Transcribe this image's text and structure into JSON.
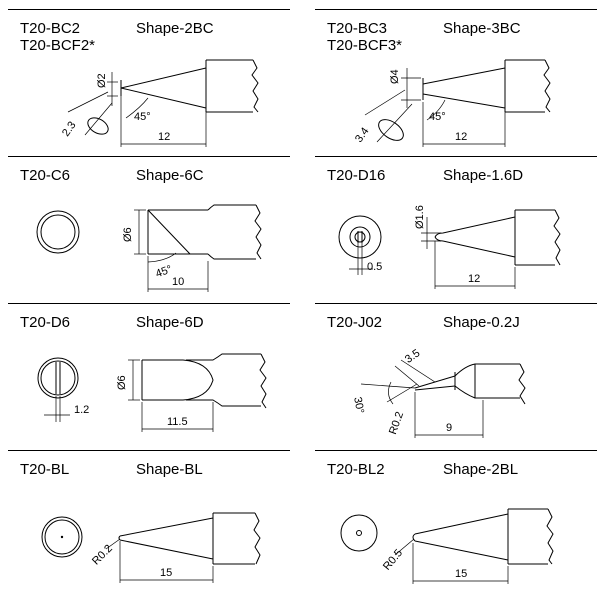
{
  "tips": [
    {
      "model": "T20-BC2",
      "model_alt": "T20-BCF2*",
      "shape": "Shape-2BC",
      "dims": {
        "diameter": "Ø2",
        "face": "2.3",
        "angle": "45°",
        "length": "12"
      }
    },
    {
      "model": "T20-BC3",
      "model_alt": "T20-BCF3*",
      "shape": "Shape-3BC",
      "dims": {
        "diameter": "Ø4",
        "face": "3.4",
        "angle": "45°",
        "length": "12"
      }
    },
    {
      "model": "T20-C6",
      "shape": "Shape-6C",
      "dims": {
        "diameter": "Ø6",
        "angle": "45°",
        "length": "10"
      }
    },
    {
      "model": "T20-D16",
      "shape": "Shape-1.6D",
      "dims": {
        "diameter": "Ø1.6",
        "width": "0.5",
        "length": "12"
      }
    },
    {
      "model": "T20-D6",
      "shape": "Shape-6D",
      "dims": {
        "diameter": "Ø6",
        "width": "1.2",
        "length": "11.5"
      }
    },
    {
      "model": "T20-J02",
      "shape": "Shape-0.2J",
      "dims": {
        "length_a": "3.5",
        "angle": "30°",
        "radius": "R0.2",
        "length": "9"
      }
    },
    {
      "model": "T20-BL",
      "shape": "Shape-BL",
      "dims": {
        "radius": "R0.2",
        "length": "15"
      }
    },
    {
      "model": "T20-BL2",
      "shape": "Shape-2BL",
      "dims": {
        "radius": "R0.5",
        "length": "15"
      }
    }
  ]
}
